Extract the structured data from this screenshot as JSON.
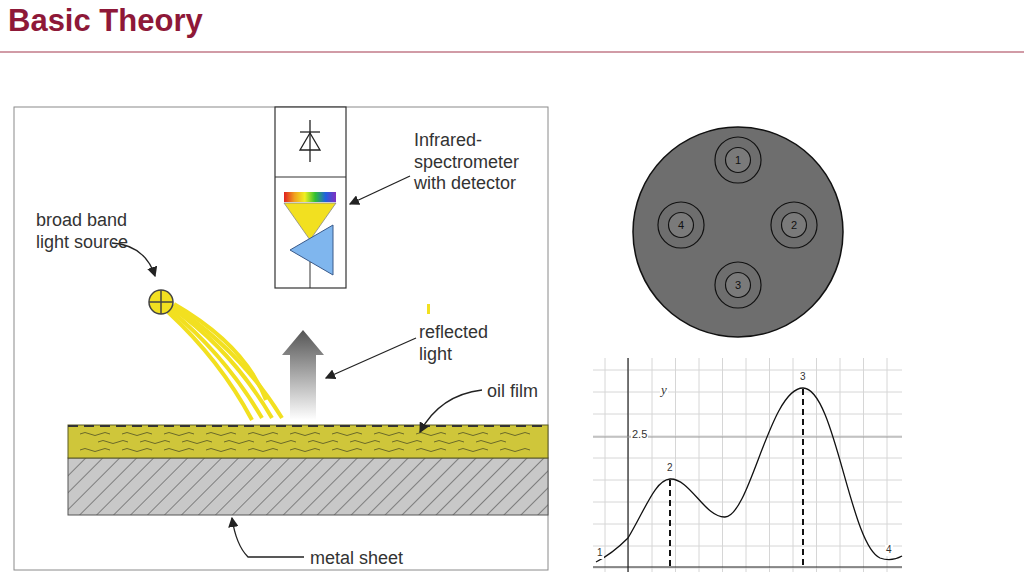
{
  "diagram": {
    "title": "Basic Theory",
    "nodes": [
      {
        "text": [
          "1"
        ]
      },
      {
        "text": [
          "4"
        ]
      },
      {
        "text": [
          "2"
        ]
      },
      {
        "text": [
          "3"
        ]
      }
    ],
    "labels": [
      "broad band light source",
      "Infrared- spectrometer with detector",
      "reflected light",
      "oil film",
      "metal sheet",
      "y",
      "2.5",
      "2",
      "3",
      "1",
      "4"
    ]
  }
}
